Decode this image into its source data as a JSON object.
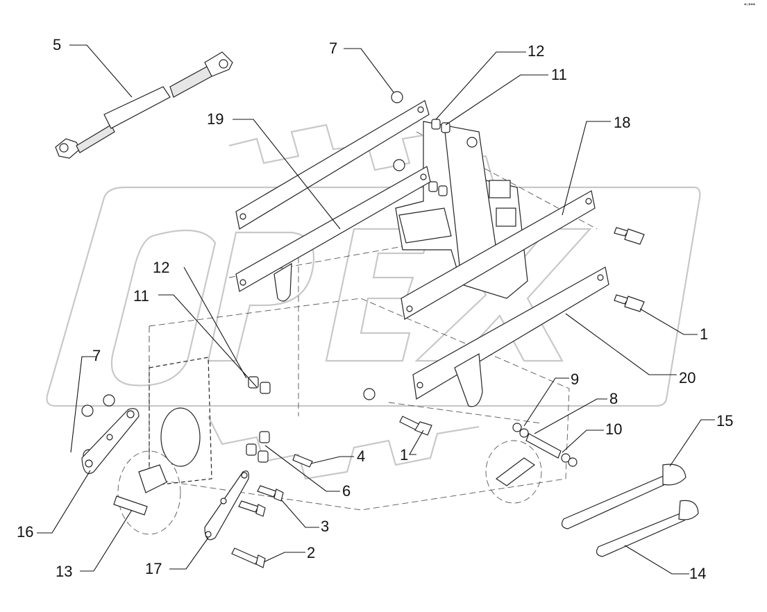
{
  "corner_mark": "▪▫▪▪▪",
  "callouts": [
    {
      "id": "c5",
      "text": "5"
    },
    {
      "id": "c7a",
      "text": "7"
    },
    {
      "id": "c12a",
      "text": "12"
    },
    {
      "id": "c11a",
      "text": "11"
    },
    {
      "id": "c19",
      "text": "19"
    },
    {
      "id": "c18",
      "text": "18"
    },
    {
      "id": "c12b",
      "text": "12"
    },
    {
      "id": "c11b",
      "text": "11"
    },
    {
      "id": "c1a",
      "text": "1"
    },
    {
      "id": "c7b",
      "text": "7"
    },
    {
      "id": "c20",
      "text": "20"
    },
    {
      "id": "c9",
      "text": "9"
    },
    {
      "id": "c8",
      "text": "8"
    },
    {
      "id": "c15",
      "text": "15"
    },
    {
      "id": "c10",
      "text": "10"
    },
    {
      "id": "c4",
      "text": "4"
    },
    {
      "id": "c1b",
      "text": "1"
    },
    {
      "id": "c6",
      "text": "6"
    },
    {
      "id": "c16",
      "text": "16"
    },
    {
      "id": "c3",
      "text": "3"
    },
    {
      "id": "c2",
      "text": "2"
    },
    {
      "id": "c13",
      "text": "13"
    },
    {
      "id": "c17",
      "text": "17"
    },
    {
      "id": "c14",
      "text": "14"
    }
  ],
  "watermark": "OPEX",
  "colors": {
    "ink": "#111111",
    "watermark": "#c8c8c8",
    "fill": "#e6e6e6"
  }
}
